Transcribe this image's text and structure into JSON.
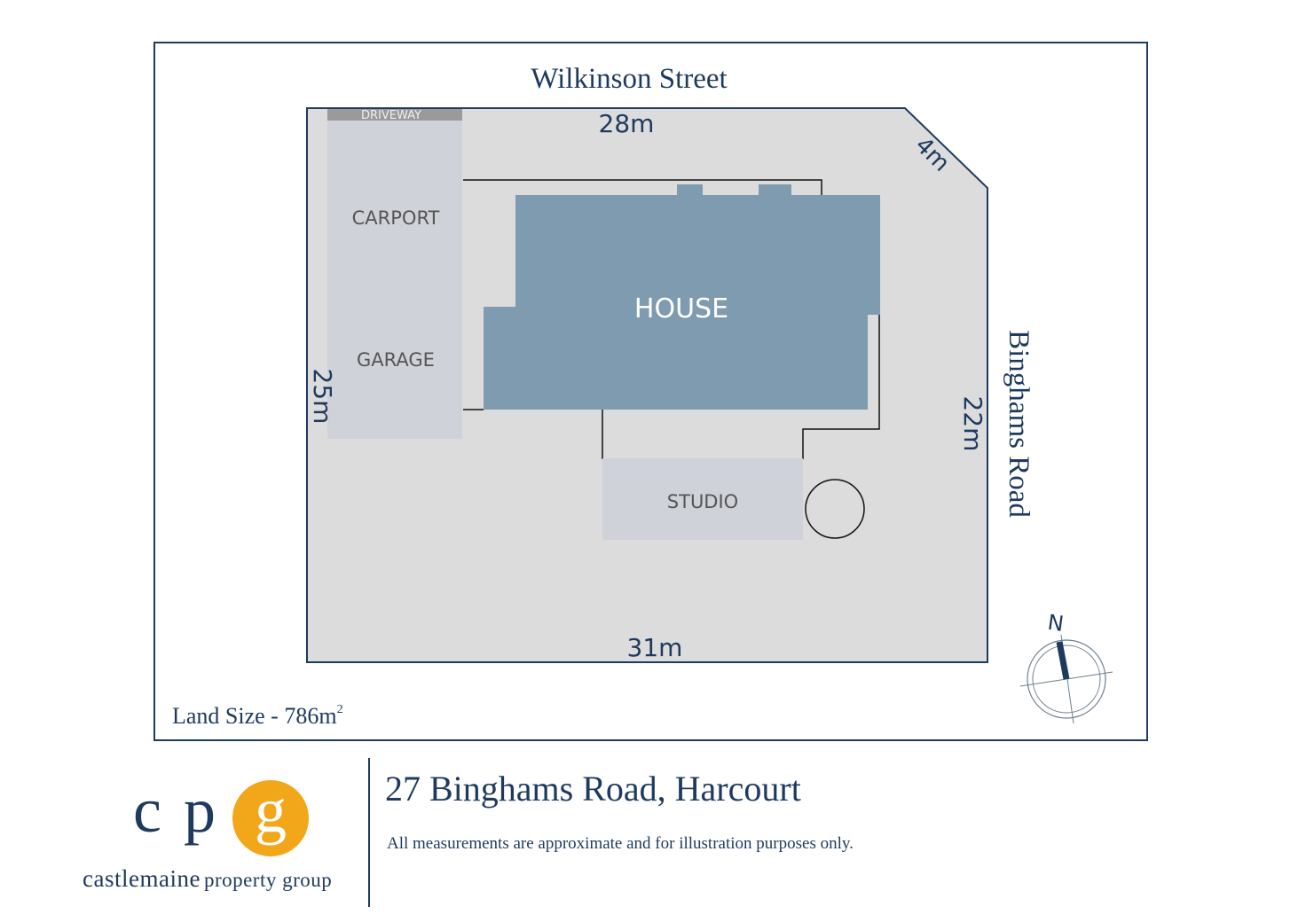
{
  "street_top": "Wilkinson Street",
  "street_right": "Binghams Road",
  "dimensions": {
    "top": "28m",
    "corner": "4m",
    "left": "25m",
    "right": "22m",
    "bottom": "31m"
  },
  "areas": {
    "driveway": "DRIVEWAY",
    "carport": "CARPORT",
    "garage": "GARAGE",
    "house": "HOUSE",
    "studio": "STUDIO"
  },
  "compass": {
    "north_label": "N",
    "icon": "compass-icon"
  },
  "land_size": {
    "label": "Land Size - 786m",
    "unit_superscript": "2"
  },
  "footer": {
    "address": "27 Binghams Road, Harcourt",
    "disclaimer": "All measurements are approximate and for illustration purposes only."
  },
  "logo": {
    "letter_c": "c",
    "letter_p": "p",
    "letter_g": "g",
    "name": "castlemaine",
    "tagline": "property group"
  },
  "colors": {
    "frame": "#1e3a5f",
    "lot": "#dcdcdc",
    "house": "#7f9bb0",
    "carport_garage": "#d0d2da",
    "studio": "#d0d2da",
    "driveway": "#9a9a9a",
    "logo_accent": "#f2a71b"
  }
}
